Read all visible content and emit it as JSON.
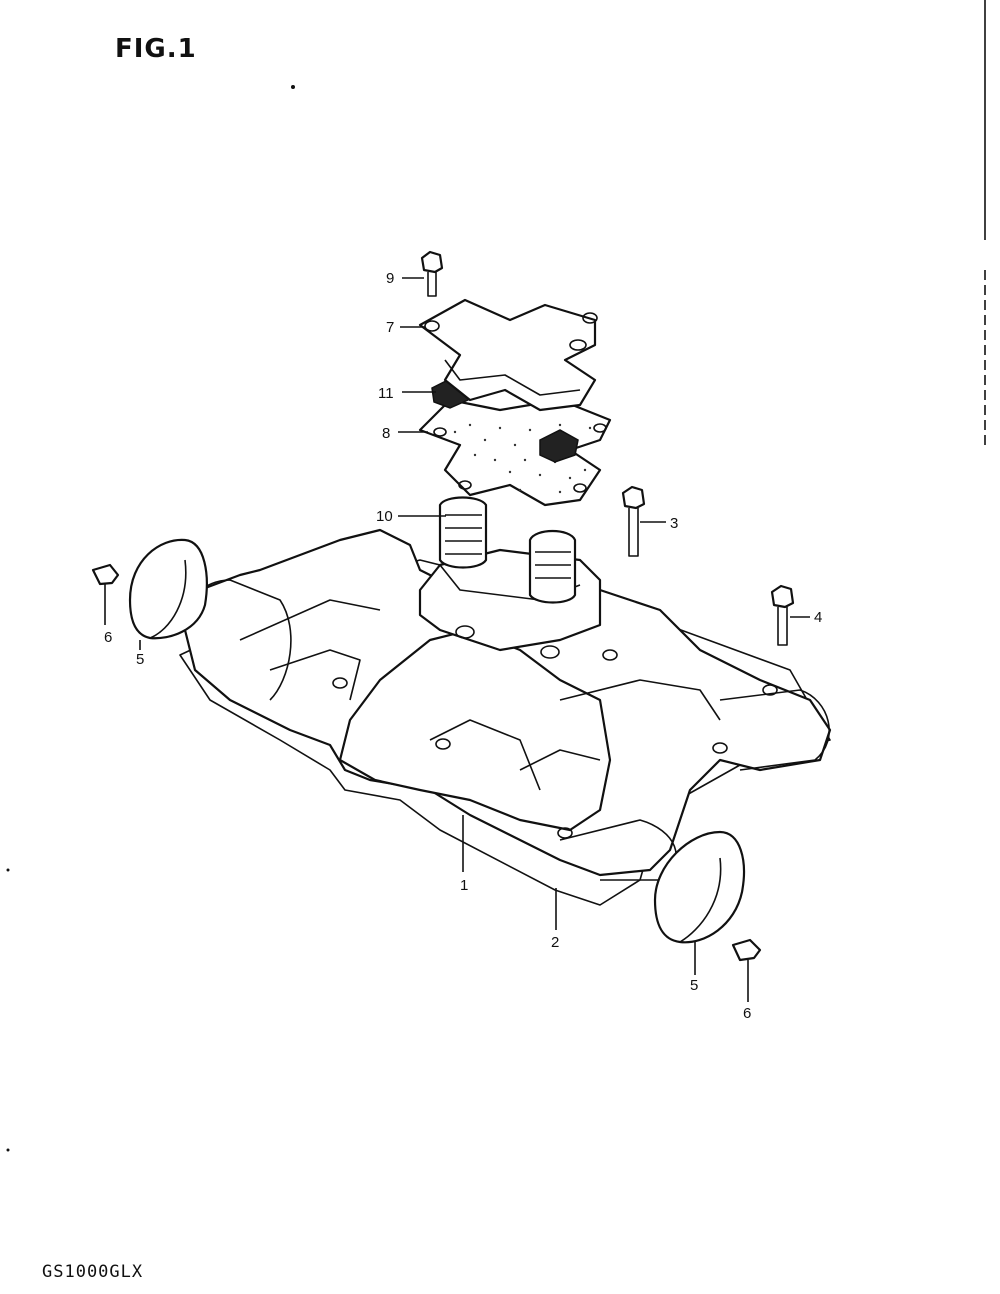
{
  "figure": {
    "title": "FIG.1"
  },
  "footer": {
    "model": "GS1000GLX"
  },
  "callouts": {
    "c9": "9",
    "c7": "7",
    "c11": "11",
    "c8": "8",
    "c10": "10",
    "c3": "3",
    "c4": "4",
    "c6_left": "6",
    "c5_left": "5",
    "c1": "1",
    "c2": "2",
    "c5_right": "5",
    "c6_right": "6"
  }
}
